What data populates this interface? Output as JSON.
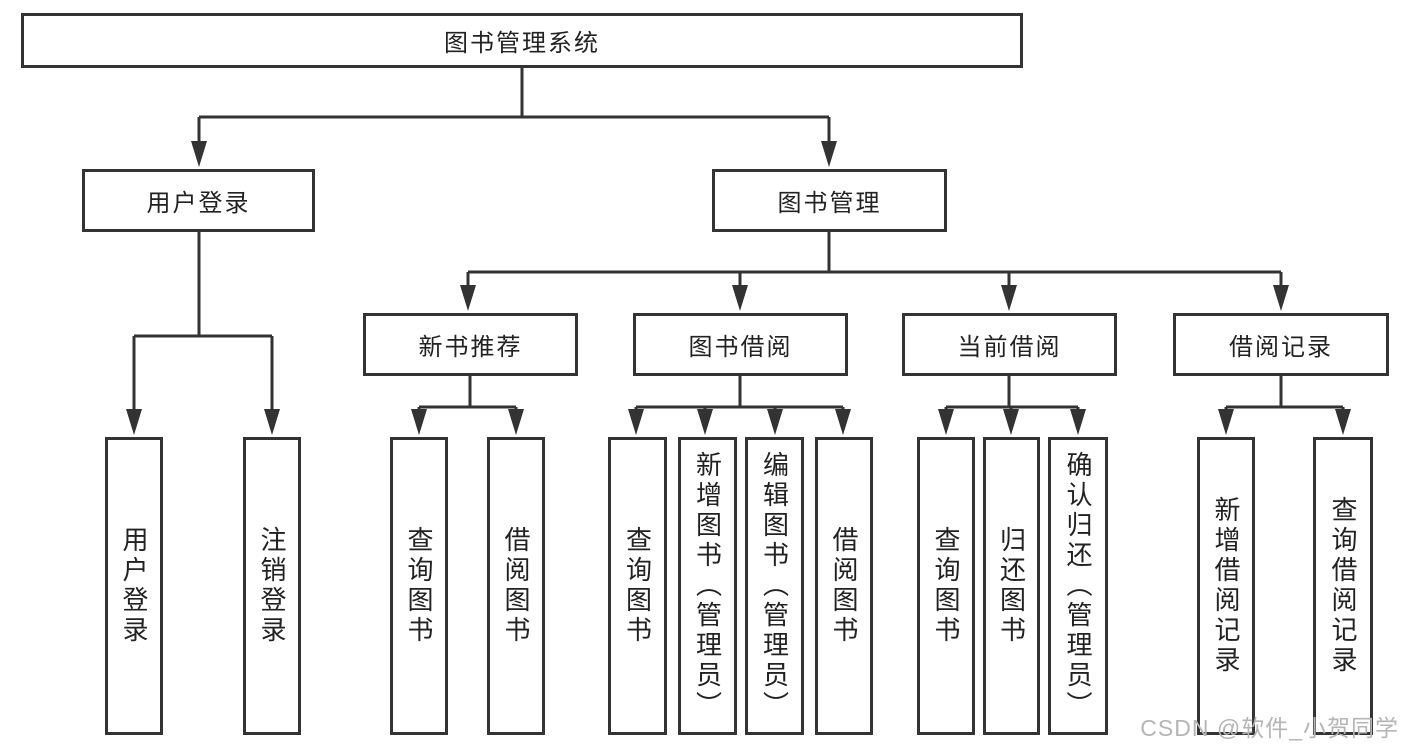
{
  "title": "图书管理系统",
  "nodes": {
    "level2": [
      {
        "label": "用户登录"
      },
      {
        "label": "图书管理"
      }
    ],
    "level3": [
      {
        "label": "新书推荐"
      },
      {
        "label": "图书借阅"
      },
      {
        "label": "当前借阅"
      },
      {
        "label": "借阅记录"
      }
    ],
    "leaves": [
      {
        "label": "用户登录"
      },
      {
        "label": "注销登录"
      },
      {
        "label": "查询图书"
      },
      {
        "label": "借阅图书"
      },
      {
        "label": "查询图书"
      },
      {
        "label": "新增图书（管理员）"
      },
      {
        "label": "编辑图书（管理员）"
      },
      {
        "label": "借阅图书"
      },
      {
        "label": "查询图书"
      },
      {
        "label": "归还图书"
      },
      {
        "label": "确认归还（管理员）"
      },
      {
        "label": "新增借阅记录"
      },
      {
        "label": "查询借阅记录"
      }
    ]
  },
  "watermark": "CSDN @软件_小贺同学",
  "colors": {
    "line": "#333333",
    "text": "#222222",
    "watermark": "#b5b5b5",
    "background": "#ffffff"
  }
}
